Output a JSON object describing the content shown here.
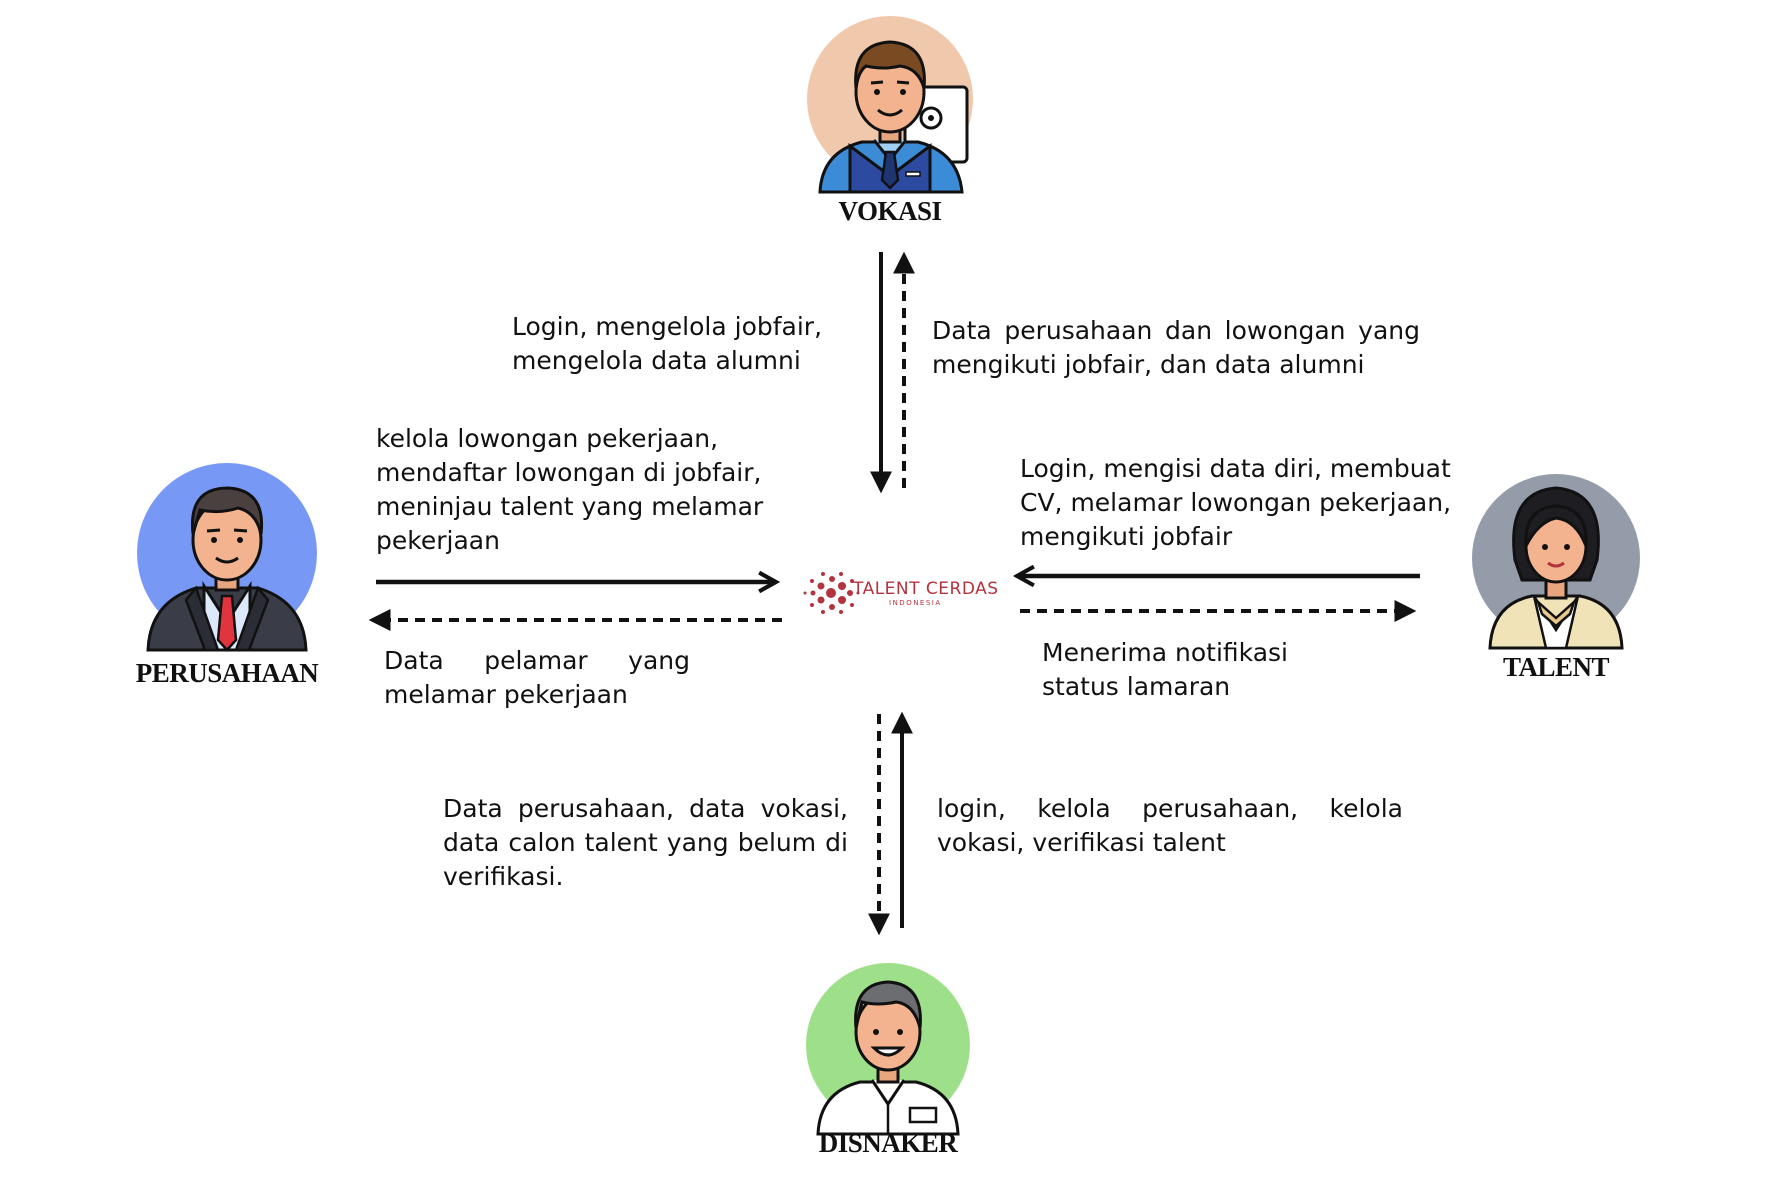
{
  "actors": {
    "vokasi": {
      "label": "VOKASI",
      "circle_color": "#f0c9ad"
    },
    "perusahaan": {
      "label": "PERUSAHAAN",
      "circle_color": "#7898f6"
    },
    "talent": {
      "label": "TALENT",
      "circle_color": "#939ca8"
    },
    "disnaker": {
      "label": "DISNAKER",
      "circle_color": "#9ee08a"
    }
  },
  "center": {
    "name": "TALENT CERDAS",
    "sub": "INDONESIA",
    "color": "#b3333f"
  },
  "flows": {
    "vokasi_to_system": "Login, mengelola jobfair, mengelola data alumni",
    "system_to_vokasi": "Data perusahaan dan lowongan yang mengikuti jobfair, dan data alumni",
    "perusahaan_to_system": "kelola lowongan pekerjaan, mendaftar lowongan di jobfair, meninjau talent yang melamar pekerjaan",
    "system_to_perusahaan": "Data pelamar yang melamar pekerjaan",
    "talent_to_system": "Login, mengisi data diri, membuat CV, melamar lowongan pekerjaan, mengikuti jobfair",
    "system_to_talent": "Menerima notifikasi status lamaran",
    "system_to_disnaker": "Data perusahaan, data vokasi, data calon talent yang belum di verifikasi.",
    "disnaker_to_system": "login, kelola perusahaan, kelola vokasi, verifikasi talent"
  }
}
